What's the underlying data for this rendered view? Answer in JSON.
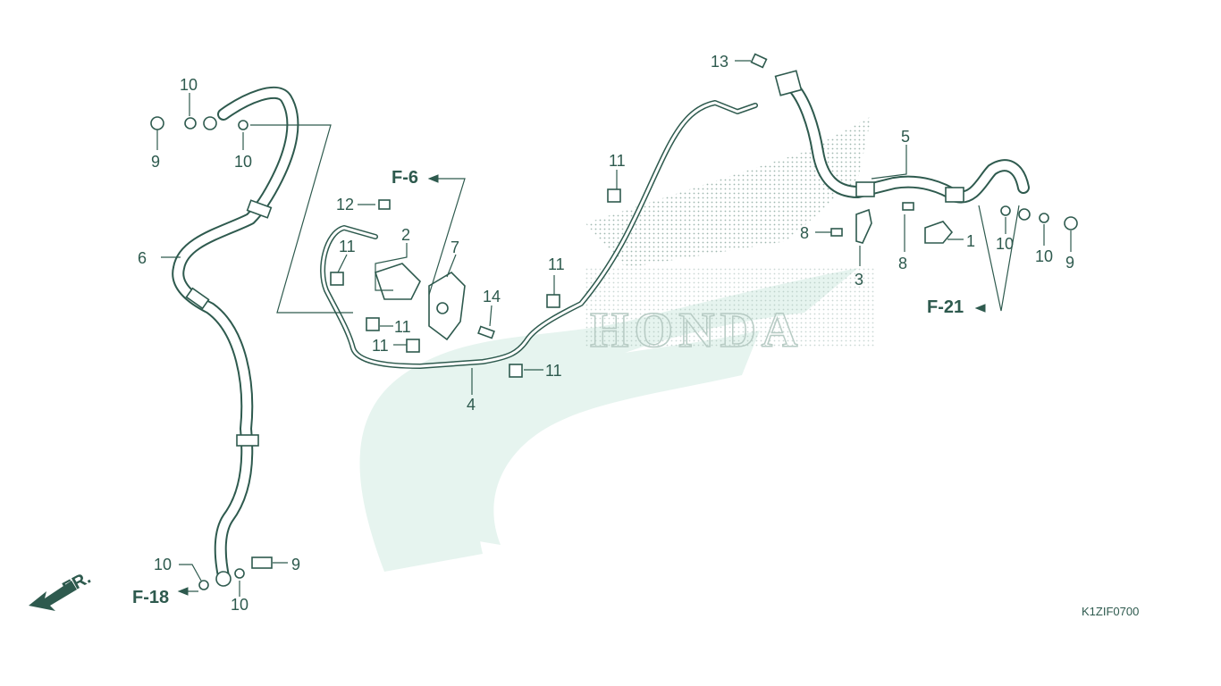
{
  "diagram_code": "K1ZIF0700",
  "front_label": "FR.",
  "callouts": {
    "c1": "1",
    "c2": "2",
    "c3": "3",
    "c4": "4",
    "c5": "5",
    "c6": "6",
    "c7": "7",
    "c8a": "8",
    "c8b": "8",
    "c9a": "9",
    "c9b": "9",
    "c9c": "9",
    "c10a": "10",
    "c10b": "10",
    "c10c": "10",
    "c10d": "10",
    "c10e": "10",
    "c10f": "10",
    "c11a": "11",
    "c11b": "11",
    "c11c": "11",
    "c11d": "11",
    "c11e": "11",
    "c11f": "11",
    "c12": "12",
    "c13": "13",
    "c14": "14"
  },
  "references": {
    "f6": "F-6",
    "f18": "F-18",
    "f21": "F-21"
  },
  "colors": {
    "line": "#2e5a4e",
    "watermark": "#e6f4ef"
  }
}
